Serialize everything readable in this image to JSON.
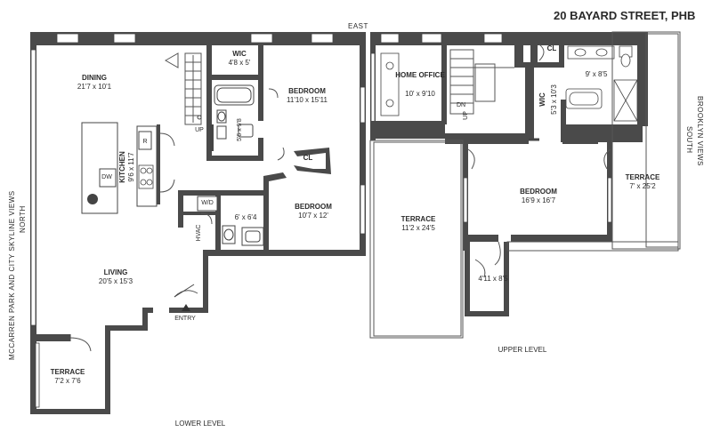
{
  "header": {
    "address": "20 BAYARD STREET, PHB"
  },
  "compass": {
    "east": "EAST",
    "north": "NORTH",
    "south": "SOUTH"
  },
  "views": {
    "west": "MCCARREN PARK AND CITY SKYLINE VIEWS",
    "east": "BROOKLYN VIEWS"
  },
  "levels": {
    "lower": "LOWER LEVEL",
    "upper": "UPPER LEVEL"
  },
  "lower_rooms": {
    "dining": {
      "name": "DINING",
      "dims": "21'7 x 10'1"
    },
    "wic": {
      "name": "WIC",
      "dims": "4'8 x 5'"
    },
    "bedroom1": {
      "name": "BEDROOM",
      "dims": "11'10 x 15'11"
    },
    "bath1": {
      "dims": "5'6 x 9'8"
    },
    "kitchen": {
      "name": "KITCHEN",
      "dims": "9'6 x 11'7"
    },
    "cl": {
      "name": "CL"
    },
    "wd": {
      "name": "W/D"
    },
    "hvac": {
      "name": "HVAC"
    },
    "bath2": {
      "dims": "6' x 6'4"
    },
    "bedroom2": {
      "name": "BEDROOM",
      "dims": "10'7 x 12'"
    },
    "living": {
      "name": "LIVING",
      "dims": "20'5 x 15'3"
    },
    "terrace": {
      "name": "TERRACE",
      "dims": "7'2 x 7'6"
    }
  },
  "lower_labels": {
    "up": "UP",
    "entry": "ENTRY",
    "dw": "DW",
    "r": "R"
  },
  "upper_rooms": {
    "office": {
      "name": "HOME OFFICE",
      "dims": "10' x 9'10"
    },
    "cl": {
      "name": "CL"
    },
    "bath": {
      "dims": "9' x 8'5"
    },
    "wic": {
      "name": "WIC",
      "dims": "5'3 x 10'3"
    },
    "bedroom": {
      "name": "BEDROOM",
      "dims": "16'9 x 16'7"
    },
    "terrace_w": {
      "name": "TERRACE",
      "dims": "11'2 x 24'5"
    },
    "terrace_e": {
      "name": "TERRACE",
      "dims": "7' x 25'2"
    },
    "closet": {
      "dims": "4'11 x 8'5"
    }
  },
  "upper_labels": {
    "dn": "DN",
    "up": "UP"
  }
}
